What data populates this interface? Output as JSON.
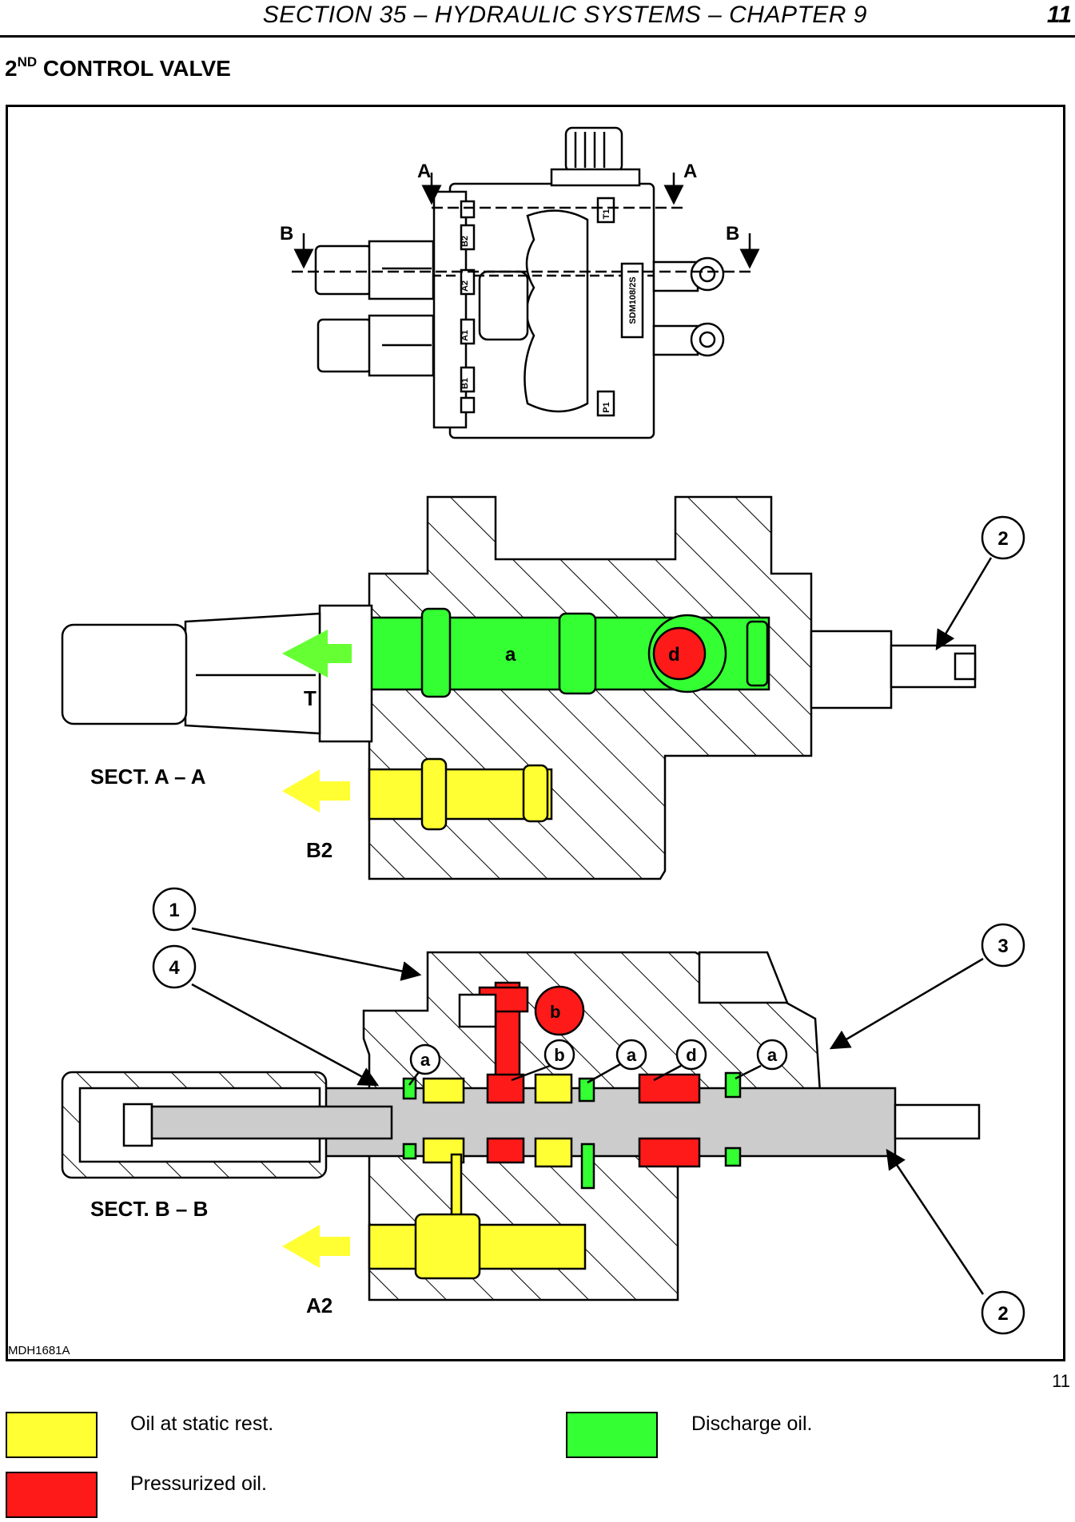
{
  "header": {
    "title": "SECTION 35 – HYDRAULIC SYSTEMS – CHAPTER 9",
    "page": "11"
  },
  "section": {
    "title_prefix": "2",
    "title_sup": "ND",
    "title_rest": " CONTROL VALVE"
  },
  "figure": {
    "code": "MDH1681A",
    "number": "11",
    "section_labels": {
      "aa": "SECT. A – A",
      "bb": "SECT. B – B"
    },
    "cut_letters": {
      "a": "A",
      "b": "B"
    },
    "port_labels": {
      "t": "T",
      "b2": "B2",
      "a2": "A2",
      "t1": "T1",
      "p1": "P1",
      "a1": "A1",
      "b1": "B1",
      "brand": "SDM108/2S"
    },
    "chamber_letters": {
      "a": "a",
      "b": "b",
      "d": "d"
    },
    "callouts": [
      "1",
      "2",
      "3",
      "4"
    ]
  },
  "legend": {
    "static": {
      "label": "Oil at static rest.",
      "color": "#ffff33"
    },
    "pressurized": {
      "label": "Pressurized oil.",
      "color": "#ff1a1a"
    },
    "discharge": {
      "label": "Discharge oil.",
      "color": "#33ff33"
    }
  }
}
